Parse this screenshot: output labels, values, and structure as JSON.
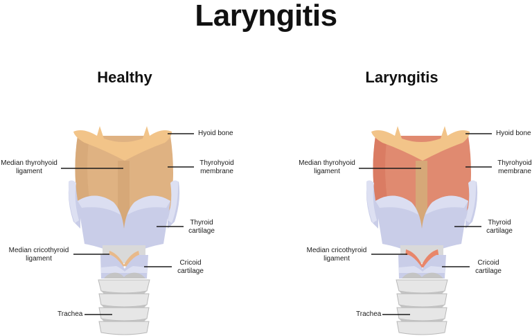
{
  "title": "Laryngitis",
  "panels": [
    {
      "heading": "Healthy",
      "condition": "healthy",
      "colors": {
        "hyoid": "#f2c489",
        "membrane": "#dfb282",
        "membrane_shade": "#d4a574",
        "ligament": "#d6a878",
        "cartilage": "#c9cde8",
        "cartilage_light": "#dde0f2",
        "cricothyroid": "#e8b98a",
        "trachea": "#e6e6e6",
        "trachea_shade": "#c4c4c4"
      },
      "labels": {
        "hyoid_bone": "Hyoid bone",
        "thyrohyoid_membrane_1": "Thyrohyoid",
        "thyrohyoid_membrane_2": "membrane",
        "median_thyrohyoid_1": "Median thyrohyoid",
        "median_thyrohyoid_2": "ligament",
        "thyroid_cartilage_1": "Thyroid",
        "thyroid_cartilage_2": "cartilage",
        "median_cricothyroid_1": "Median cricothyroid",
        "median_cricothyroid_2": "ligament",
        "cricoid_cartilage_1": "Cricoid",
        "cricoid_cartilage_2": "cartilage",
        "trachea": "Trachea"
      }
    },
    {
      "heading": "Laryngitis",
      "condition": "inflamed",
      "colors": {
        "hyoid": "#f2c489",
        "membrane": "#e08a70",
        "membrane_shade": "#d6735a",
        "ligament": "#d6a878",
        "cartilage": "#c9cde8",
        "cartilage_light": "#dde0f2",
        "cricothyroid": "#e8866a",
        "trachea": "#e6e6e6",
        "trachea_shade": "#c4c4c4"
      },
      "labels": {
        "hyoid_bone": "Hyoid bone",
        "thyrohyoid_membrane_1": "Thyrohyoid",
        "thyrohyoid_membrane_2": "membrane",
        "median_thyrohyoid_1": "Median thyrohyoid",
        "median_thyrohyoid_2": "ligament",
        "thyroid_cartilage_1": "Thyroid",
        "thyroid_cartilage_2": "cartilage",
        "median_cricothyroid_1": "Median cricothyroid",
        "median_cricothyroid_2": "ligament",
        "cricoid_cartilage_1": "Cricoid",
        "cricoid_cartilage_2": "cartilage",
        "trachea": "Trachea"
      }
    }
  ]
}
